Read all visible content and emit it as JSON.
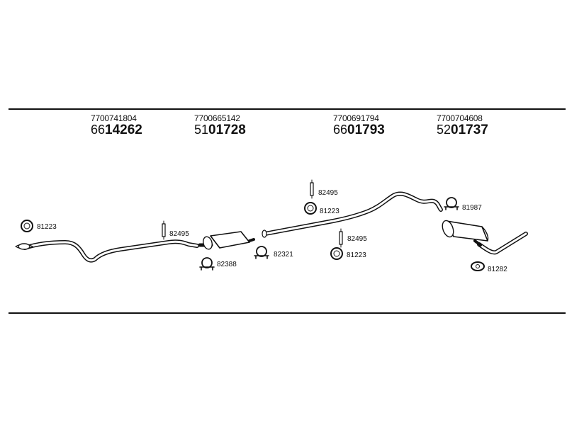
{
  "assemblies": [
    {
      "oem": "7700741804",
      "ref_prefix": "66",
      "ref_main": "14262"
    },
    {
      "oem": "7700665142",
      "ref_prefix": "51",
      "ref_main": "01728"
    },
    {
      "oem": "7700691794",
      "ref_prefix": "66",
      "ref_main": "01793"
    },
    {
      "oem": "7700704608",
      "ref_prefix": "52",
      "ref_main": "01737"
    }
  ],
  "parts": {
    "ring_1": "81223",
    "hanger_1": "82495",
    "clamp_1": "82388",
    "clamp_2": "82321",
    "hanger_2": "82495",
    "ring_2": "81223",
    "hanger_3": "82495",
    "ring_3": "81223",
    "clamp_3": "81987",
    "bracket_1": "81282"
  }
}
